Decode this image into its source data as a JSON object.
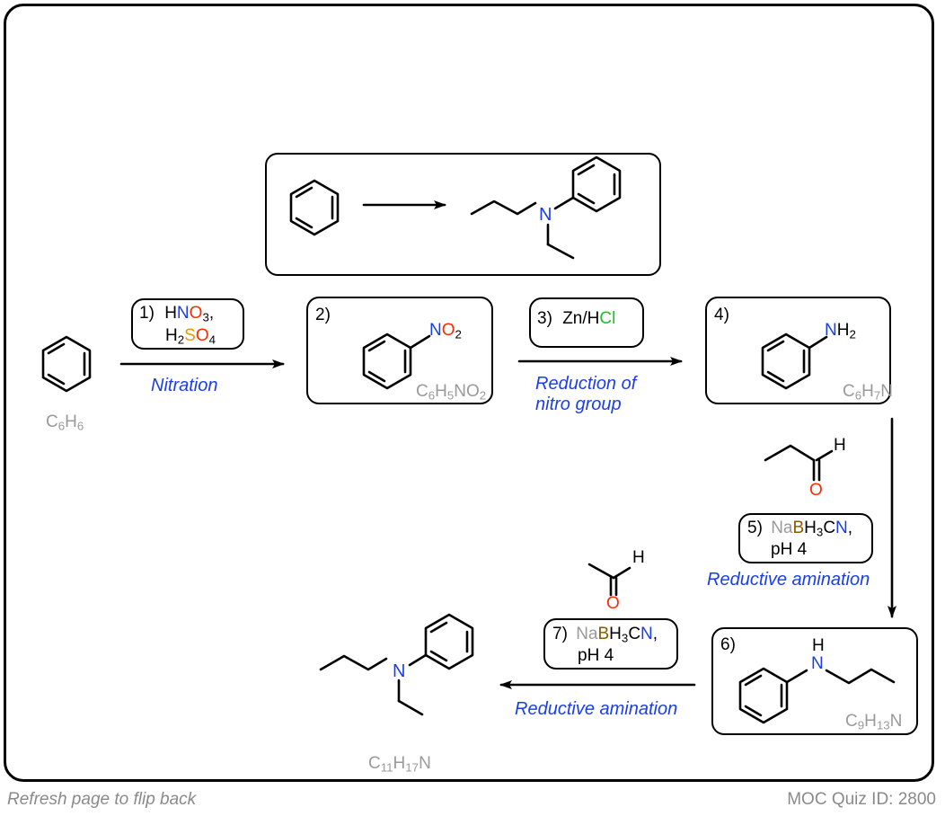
{
  "target": {},
  "step1": {
    "number": "1)",
    "line1_h": "H",
    "line1_n": "N",
    "line1_o": "O",
    "line1_3": "3",
    "line1_comma": ",",
    "line2_h": "H",
    "line2_2": "2",
    "line2_s": "S",
    "line2_o": "O",
    "line2_4": "4",
    "label": "Nitration"
  },
  "benzene": {
    "formula_c": "C",
    "formula_6a": "6",
    "formula_h": "H",
    "formula_6b": "6"
  },
  "nitrobenzene": {
    "number": "2)",
    "group_n": "N",
    "group_o": "O",
    "group_2": "2",
    "formula_c": "C",
    "formula_6": "6",
    "formula_h": "H",
    "formula_5": "5",
    "formula_n": "NO",
    "formula_2": "2"
  },
  "step3": {
    "number": "3)",
    "zn": "Zn/H",
    "cl": "Cl",
    "label_line1": "Reduction of",
    "label_line2": "nitro group"
  },
  "aniline": {
    "number": "4)",
    "group_n": "N",
    "group_h": "H",
    "group_2": "2",
    "formula_c": "C",
    "formula_6": "6",
    "formula_h": "H",
    "formula_7": "7",
    "formula_n": "N"
  },
  "step5": {
    "h": "H",
    "o": "O",
    "number": "5)",
    "na": "Na",
    "b": "B",
    "h3": "H",
    "sub3": "3",
    "c": "C",
    "n": "N",
    "comma": ",",
    "ph": "pH 4",
    "label": "Reductive amination"
  },
  "propylaniline": {
    "number": "6)",
    "h": "H",
    "n": "N",
    "formula_c": "C",
    "formula_9": "9",
    "formula_h": "H",
    "formula_13": "13",
    "formula_n": "N"
  },
  "step7": {
    "h": "H",
    "o": "O",
    "number": "7)",
    "na": "Na",
    "b": "B",
    "h3": "H",
    "sub3": "3",
    "c": "C",
    "n": "N",
    "comma": ",",
    "ph": "pH 4",
    "label": "Reductive amination"
  },
  "product": {
    "n": "N",
    "formula_c": "C",
    "formula_11": "11",
    "formula_h": "H",
    "formula_17": "17",
    "formula_n": "N"
  },
  "footer": {
    "left": "Refresh page to flip back",
    "right": "MOC Quiz ID: 2800"
  },
  "colors": {
    "blue": "#1a3ee8",
    "red": "#ff2a00",
    "orange": "#f29600",
    "green": "#19c21e",
    "grey": "#9a9a9a",
    "brown": "#8a5a00"
  }
}
